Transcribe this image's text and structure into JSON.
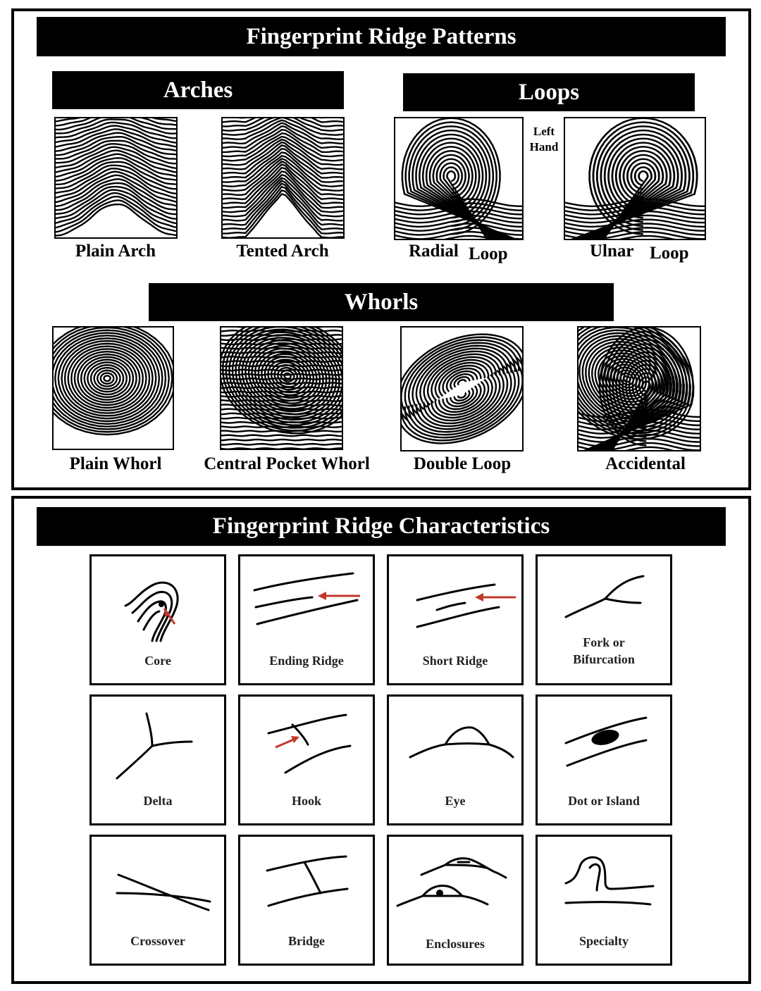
{
  "patterns": {
    "title": "Fingerprint Ridge Patterns",
    "arches": {
      "heading": "Arches",
      "items": [
        "Plain Arch",
        "Tented Arch"
      ]
    },
    "loops": {
      "heading": "Loops",
      "radial_a": "Radial",
      "radial_b": "Loop",
      "ulnar_a": "Ulnar",
      "ulnar_b": "Loop",
      "side_note_1": "Left",
      "side_note_2": "Hand"
    },
    "whorls": {
      "heading": "Whorls",
      "items": [
        "Plain Whorl",
        "Central Pocket Whorl",
        "Double Loop",
        "Accidental"
      ]
    }
  },
  "characteristics": {
    "title": "Fingerprint Ridge Characteristics",
    "cells": [
      {
        "label": "Core",
        "icon": "core-icon"
      },
      {
        "label": "Ending Ridge",
        "icon": "ending-ridge-icon"
      },
      {
        "label": "Short Ridge",
        "icon": "short-ridge-icon"
      },
      {
        "label": "Fork or\nBifurcation",
        "icon": "bifurcation-icon"
      },
      {
        "label": "Delta",
        "icon": "delta-icon"
      },
      {
        "label": "Hook",
        "icon": "hook-icon"
      },
      {
        "label": "Eye",
        "icon": "eye-icon"
      },
      {
        "label": "Dot or Island",
        "icon": "dot-island-icon"
      },
      {
        "label": "Crossover",
        "icon": "crossover-icon"
      },
      {
        "label": "Bridge",
        "icon": "bridge-icon"
      },
      {
        "label": "Enclosures",
        "icon": "enclosure-icon"
      },
      {
        "label": "Specialty",
        "icon": "specialty-icon"
      }
    ]
  },
  "colors": {
    "ink": "#000000",
    "arrow": "#c0392b"
  }
}
